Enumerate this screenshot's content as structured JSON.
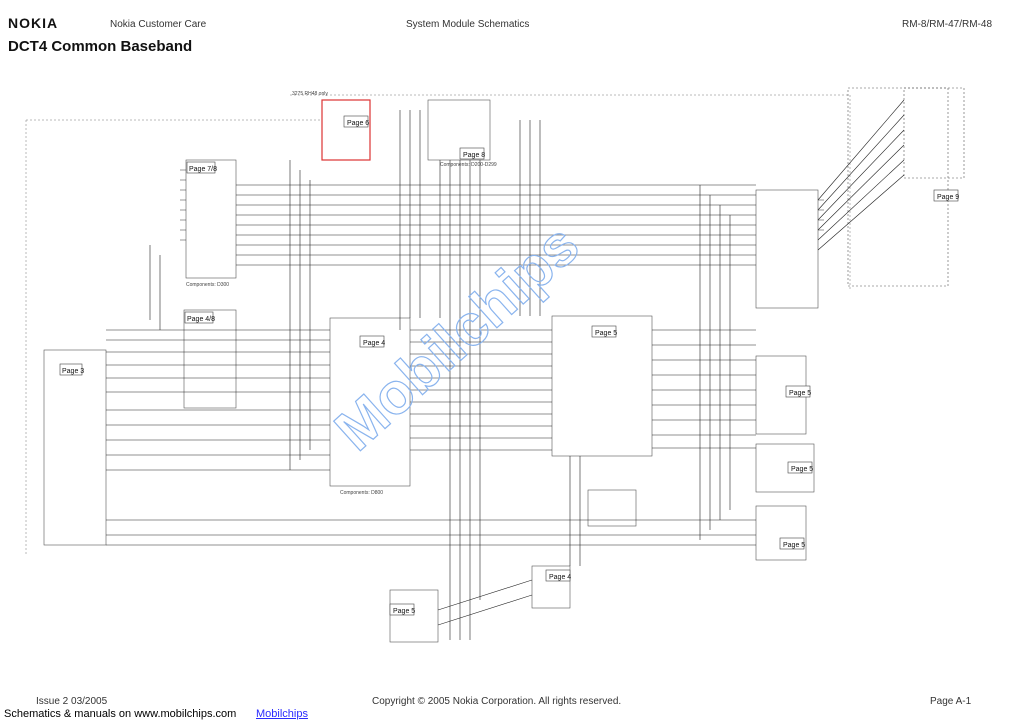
{
  "header": {
    "brand": "NOKIA",
    "left": "Nokia Customer Care",
    "center": "System Module Schematics",
    "right": "RM-8/RM-47/RM-48"
  },
  "title": "DCT4 Common Baseband",
  "footer": {
    "issue": "Issue 2  03/2005",
    "copyright": "Copyright © 2005 Nokia Corporation. All rights reserved.",
    "page": "Page A-1",
    "site": "Schematics & manuals on www.mobilchips.com",
    "link": "Mobilchips"
  },
  "diagram": {
    "watermark": "Mobilchips",
    "page_refs": [
      "Page 6",
      "Page 8",
      "Page 7/8",
      "Page 4/8",
      "Page 3",
      "Page 4",
      "Page 5",
      "Page 9",
      "Page 5",
      "Page 5",
      "Page 5",
      "Page 4",
      "Page 5"
    ],
    "labels": [
      "3275 RH48 only",
      "Components: D200-D299",
      "Components: D300",
      "Components: D800"
    ]
  }
}
